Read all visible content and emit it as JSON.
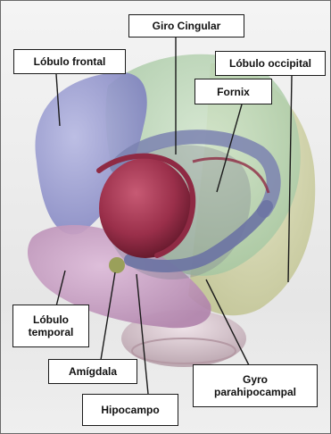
{
  "labels": {
    "giro_cingular": "Giro Cingular",
    "lobulo_frontal": "Lóbulo frontal",
    "lobulo_occipital": "Lóbulo occipital",
    "fornix": "Fornix",
    "lobulo_temporal_line1": "Lóbulo",
    "lobulo_temporal_line2": "temporal",
    "amigdala": "Amígdala",
    "gyro_para_line1": "Gyro",
    "gyro_para_line2": "parahipocampal",
    "hipocampo": "Hipocampo"
  },
  "colors": {
    "frontal": "#8c8fc9",
    "occipital": "#c9cc9a",
    "parietal": "#a9c9a4",
    "temporal": "#c79ac2",
    "thalamus": "#9a2f4a",
    "limbic": "#7b83b0",
    "amygdala": "#9aa05a",
    "brainstem": "#d8c6cf"
  }
}
